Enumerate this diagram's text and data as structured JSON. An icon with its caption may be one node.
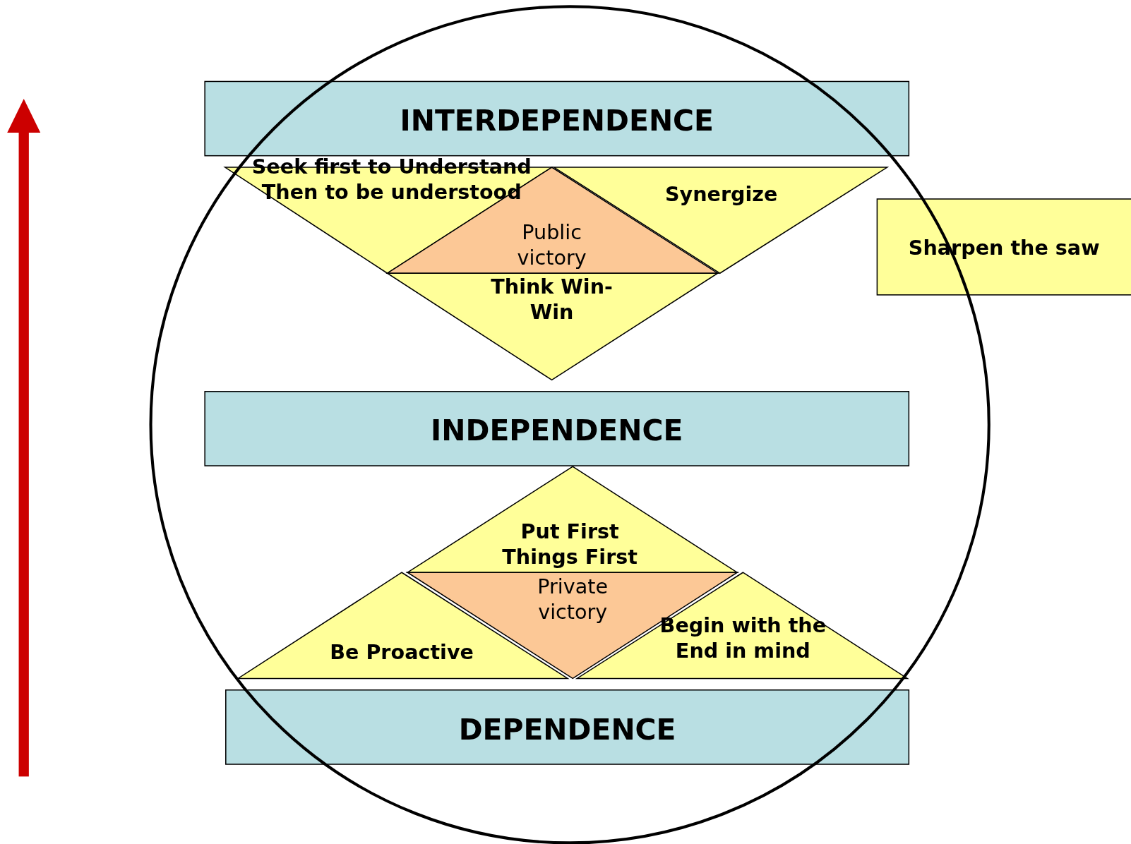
{
  "diagram": {
    "nodes": [
      {
        "text": [
          "INTERDEPENDENCE"
        ]
      },
      {
        "text": [
          "Seek first to Understand Then to be understood"
        ]
      },
      {
        "text": [
          "Synergize"
        ]
      },
      {
        "text": [
          "Public victory"
        ]
      },
      {
        "text": [
          "Sharpen the saw"
        ]
      },
      {
        "text": [
          "Think Win-Win"
        ]
      },
      {
        "text": [
          "INDEPENDENCE"
        ]
      },
      {
        "text": [
          "Put First Things First"
        ]
      },
      {
        "text": [
          "Private victory"
        ]
      },
      {
        "text": [
          "Be Proactive"
        ]
      },
      {
        "text": [
          "Begin with the End in mind"
        ]
      },
      {
        "text": [
          "DEPENDENCE"
        ]
      }
    ],
    "edges": []
  }
}
